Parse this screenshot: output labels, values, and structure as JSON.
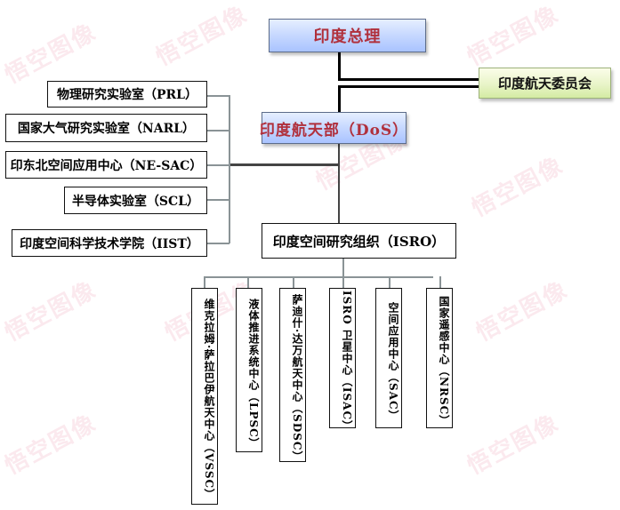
{
  "watermark": {
    "brand_text": "悟空图像",
    "brand_color": "#e6789a"
  },
  "top": {
    "pm": {
      "label": "印度总理",
      "text_color": "#b0303c"
    },
    "commission": {
      "label": "印度航天委员会"
    },
    "dos": {
      "label": "印度航天部（DoS）",
      "text_color": "#b0303c"
    }
  },
  "left_units": [
    {
      "label": "物理研究实验室（PRL）"
    },
    {
      "label": "国家大气研究实验室（NARL）"
    },
    {
      "label": "印东北空间应用中心（NE-SAC）"
    },
    {
      "label": "半导体实验室（SCL）"
    },
    {
      "label": "印度空间科学技术学院（IIST）"
    }
  ],
  "isro": {
    "label": "印度空间研究组织（ISRO）"
  },
  "isro_centres": [
    {
      "label": "维克拉姆·萨拉巴伊航天中心（VSSC）"
    },
    {
      "label": "液体推进系统中心（LPSC）"
    },
    {
      "label": "萨迪什·达万航天中心（SDSC）"
    },
    {
      "label": "ISRO 卫星中心（ISAC）"
    },
    {
      "label": "空间应用中心（SAC）"
    },
    {
      "label": "国家遥感中心（NRSC）"
    }
  ],
  "colors": {
    "blue_box_top": "#e6efff",
    "blue_box_bottom": "#a9c3ff",
    "green_box_top": "#fbfde9",
    "green_box_bottom": "#d4eba3",
    "connector_main": "#000000",
    "connector_sub": "#8a9396"
  }
}
